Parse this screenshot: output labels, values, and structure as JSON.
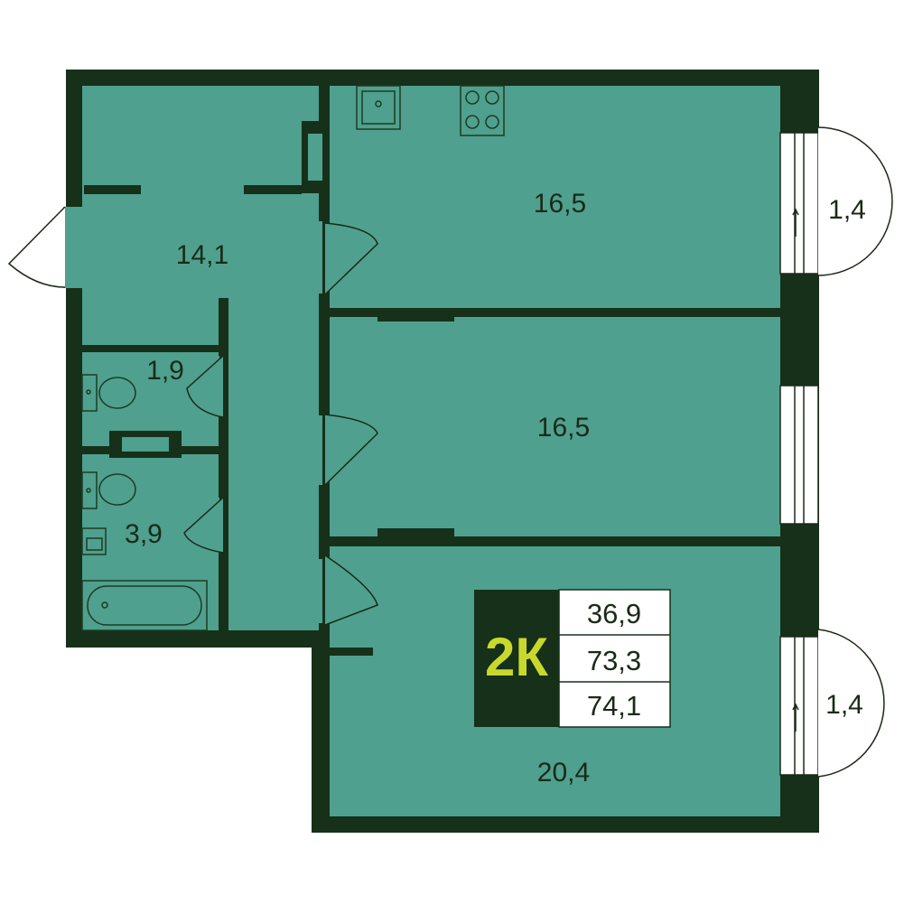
{
  "rooms": {
    "kitchen": "16,5",
    "hallway": "14,1",
    "bedroom": "16,5",
    "living": "20,4",
    "toilet": "1,9",
    "bathroom": "3,9",
    "balcony_top": "1,4",
    "balcony_bottom": "1,4"
  },
  "summary": {
    "type": "2К",
    "living_area": "36,9",
    "total_area": "73,3",
    "total_with_balconies": "74,1"
  },
  "colors": {
    "wall": "#16301a",
    "floor": "#4fa08e",
    "accent": "#c8d92b",
    "fixture": "#1e3a24"
  }
}
